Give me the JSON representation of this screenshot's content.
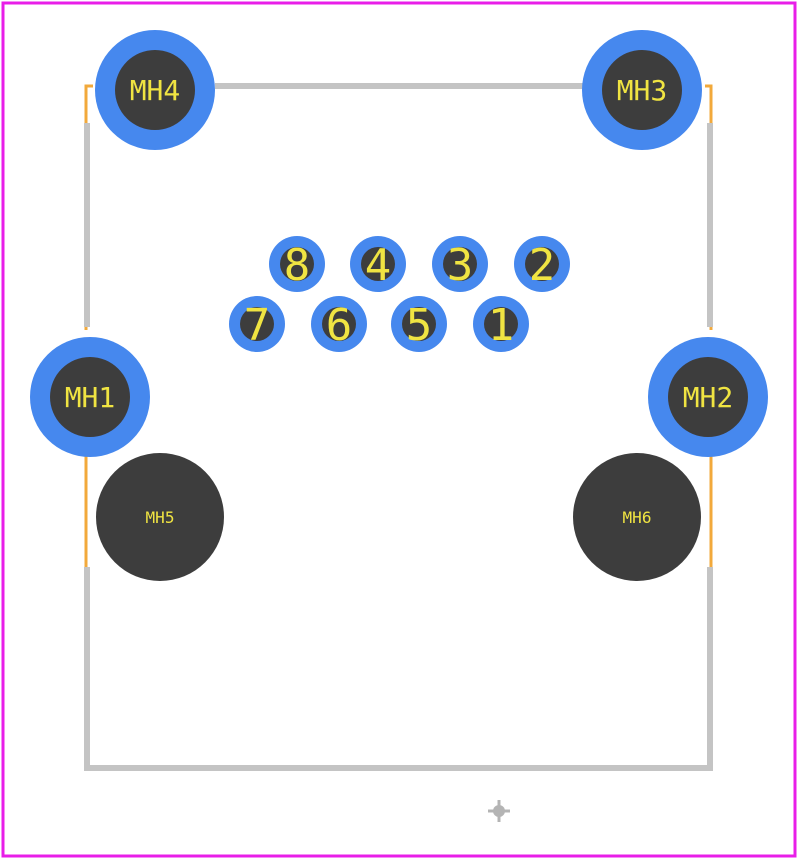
{
  "colors": {
    "background": "#ffffff",
    "board_outline": "#e81ee8",
    "silkscreen": "#c4c4c4",
    "courtyard": "#f2a93b",
    "pad_copper": "#4688ee",
    "drill_hole": "#3d3d3d",
    "label": "#f0e442",
    "origin_marker": "#b4b4b4"
  },
  "mounting_holes": [
    {
      "id": "MH4",
      "label": "MH4",
      "plated": true
    },
    {
      "id": "MH3",
      "label": "MH3",
      "plated": true
    },
    {
      "id": "MH1",
      "label": "MH1",
      "plated": true
    },
    {
      "id": "MH2",
      "label": "MH2",
      "plated": true
    },
    {
      "id": "MH5",
      "label": "MH5",
      "plated": false
    },
    {
      "id": "MH6",
      "label": "MH6",
      "plated": false
    }
  ],
  "pins": [
    {
      "label": "8"
    },
    {
      "label": "4"
    },
    {
      "label": "3"
    },
    {
      "label": "2"
    },
    {
      "label": "7"
    },
    {
      "label": "6"
    },
    {
      "label": "5"
    },
    {
      "label": "1"
    }
  ]
}
